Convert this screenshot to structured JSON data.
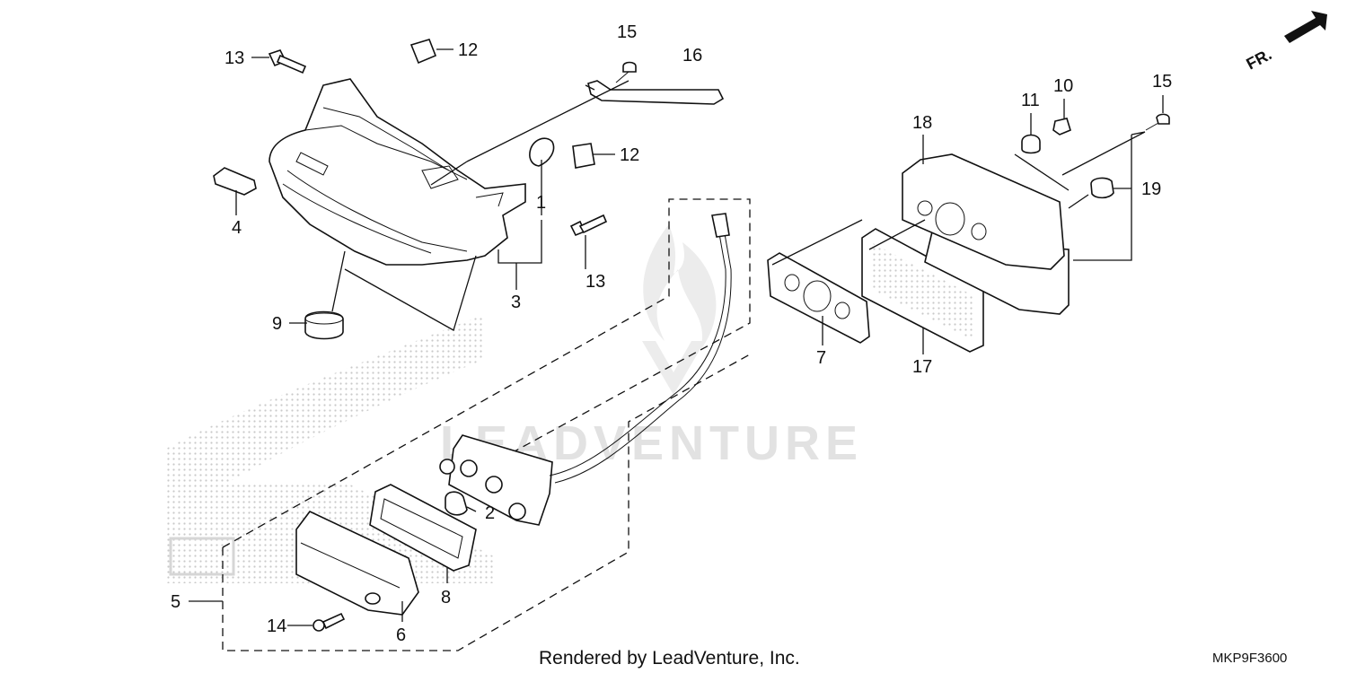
{
  "callouts": {
    "c1": "1",
    "c2": "2",
    "c3": "3",
    "c4": "4",
    "c5": "5",
    "c6": "6",
    "c7": "7",
    "c8": "8",
    "c9": "9",
    "c10": "10",
    "c11": "11",
    "c12a": "12",
    "c12b": "12",
    "c13a": "13",
    "c13b": "13",
    "c14": "14",
    "c15a": "15",
    "c15b": "15",
    "c16": "16",
    "c17": "17",
    "c18": "18",
    "c19": "19"
  },
  "footer": {
    "rendered_by": "Rendered by LeadVenture, Inc.",
    "diagram_code": "MKP9F3600"
  },
  "direction_label": "FR.",
  "watermark": "LEADVENTURE",
  "icons": [
    "front-direction-arrow-icon",
    "leadventure-flame-logo-icon"
  ],
  "colors": {
    "line": "#111111",
    "stipple": "#cfcfcf",
    "watermark": "#e2e2e2"
  }
}
